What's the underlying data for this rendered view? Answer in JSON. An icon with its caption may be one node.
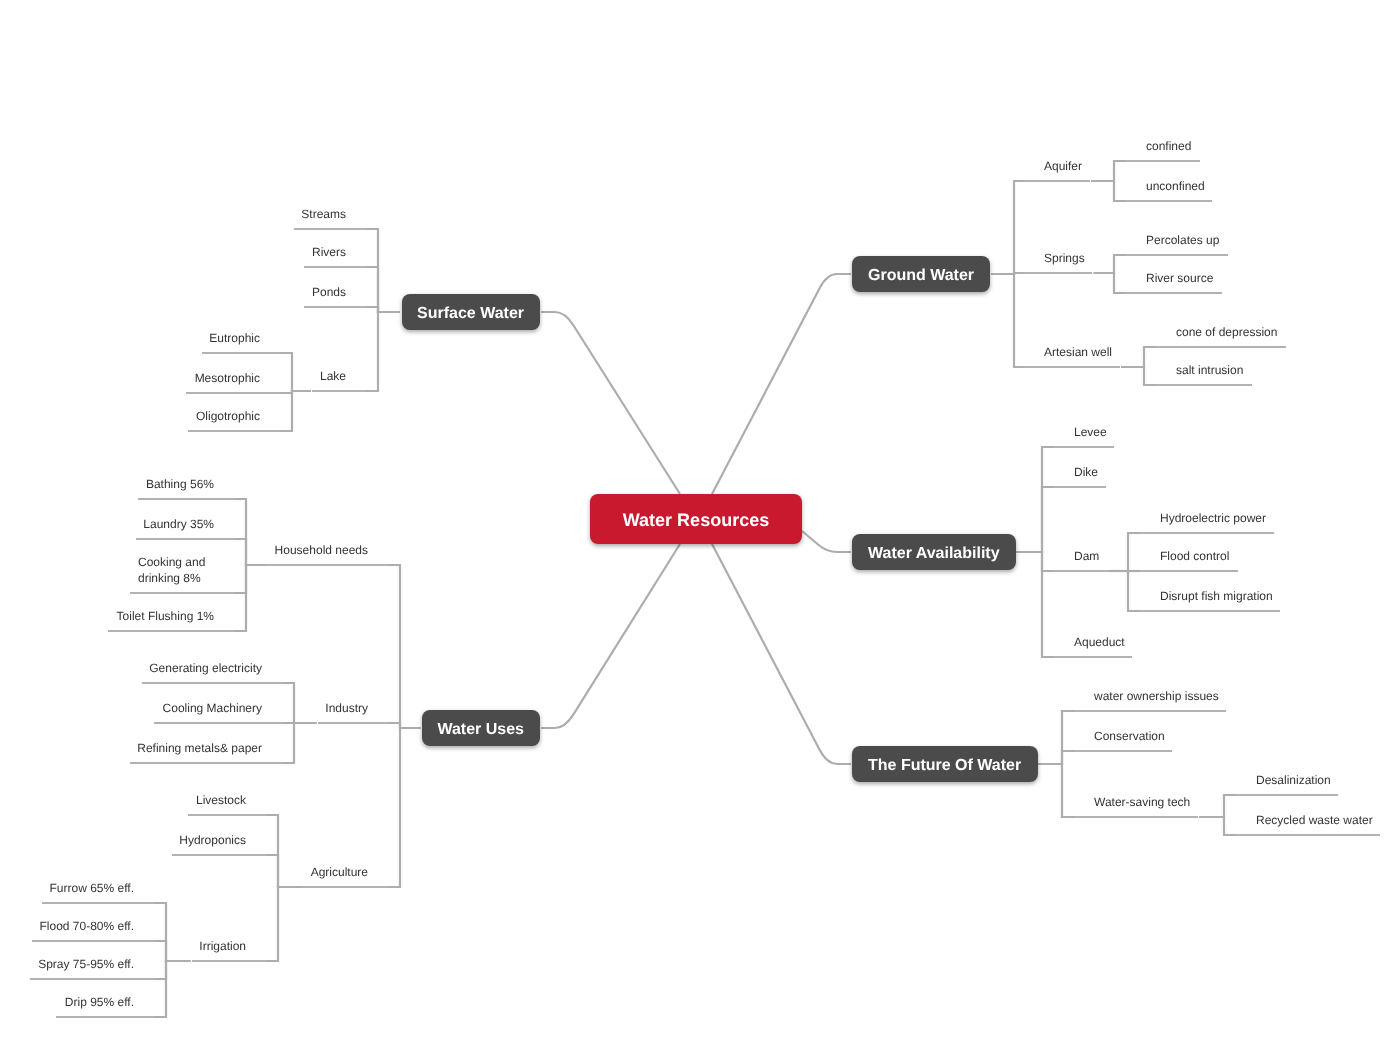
{
  "diagram": {
    "nodes": [
      {
        "text": [
          "Water Resources"
        ]
      },
      {
        "text": [
          "Surface Water"
        ]
      },
      {
        "text": [
          "Streams"
        ]
      },
      {
        "text": [
          "Rivers"
        ]
      },
      {
        "text": [
          "Ponds"
        ]
      },
      {
        "text": [
          "Lake"
        ]
      },
      {
        "text": [
          "Eutrophic"
        ]
      },
      {
        "text": [
          "Mesotrophic"
        ]
      },
      {
        "text": [
          "Oligotrophic"
        ]
      },
      {
        "text": [
          "Water Uses"
        ]
      },
      {
        "text": [
          "Household needs"
        ]
      },
      {
        "text": [
          "Bathing 56%"
        ]
      },
      {
        "text": [
          "Laundry 35%"
        ]
      },
      {
        "text": [
          "Cooking and drinking 8%"
        ]
      },
      {
        "text": [
          "Toilet Flushing 1%"
        ]
      },
      {
        "text": [
          "Industry"
        ]
      },
      {
        "text": [
          "Generating electricity"
        ]
      },
      {
        "text": [
          "Cooling Machinery"
        ]
      },
      {
        "text": [
          "Refining metals& paper"
        ]
      },
      {
        "text": [
          "Agriculture"
        ]
      },
      {
        "text": [
          "Livestock"
        ]
      },
      {
        "text": [
          "Hydroponics"
        ]
      },
      {
        "text": [
          "Irrigation"
        ]
      },
      {
        "text": [
          "Furrow 65% eff."
        ]
      },
      {
        "text": [
          "Flood 70-80% eff."
        ]
      },
      {
        "text": [
          "Spray 75-95% eff."
        ]
      },
      {
        "text": [
          "Drip 95% eff."
        ]
      },
      {
        "text": [
          "Ground Water"
        ]
      },
      {
        "text": [
          "Aquifer"
        ]
      },
      {
        "text": [
          "confined"
        ]
      },
      {
        "text": [
          "unconfined"
        ]
      },
      {
        "text": [
          "Springs"
        ]
      },
      {
        "text": [
          "Percolates up"
        ]
      },
      {
        "text": [
          "River source"
        ]
      },
      {
        "text": [
          "Artesian well"
        ]
      },
      {
        "text": [
          "cone of depression"
        ]
      },
      {
        "text": [
          "salt intrusion"
        ]
      },
      {
        "text": [
          "Water Availability"
        ]
      },
      {
        "text": [
          "Levee"
        ]
      },
      {
        "text": [
          "Dike"
        ]
      },
      {
        "text": [
          "Dam"
        ]
      },
      {
        "text": [
          "Hydroelectric power"
        ]
      },
      {
        "text": [
          "Flood control"
        ]
      },
      {
        "text": [
          "Disrupt fish migration"
        ]
      },
      {
        "text": [
          "Aqueduct"
        ]
      },
      {
        "text": [
          "The Future Of Water"
        ]
      },
      {
        "text": [
          "water ownership issues"
        ]
      },
      {
        "text": [
          "Conservation"
        ]
      },
      {
        "text": [
          "Water-saving tech"
        ]
      },
      {
        "text": [
          "Desalinization"
        ]
      },
      {
        "text": [
          "Recycled waste water"
        ]
      }
    ],
    "edges": [
      {
        "from": 0,
        "to": 1,
        "arrow": "none"
      },
      {
        "from": 1,
        "to": 2,
        "arrow": "none"
      },
      {
        "from": 1,
        "to": 3,
        "arrow": "none"
      },
      {
        "from": 1,
        "to": 4,
        "arrow": "none"
      },
      {
        "from": 1,
        "to": 5,
        "arrow": "none"
      },
      {
        "from": 5,
        "to": 6,
        "arrow": "none"
      },
      {
        "from": 5,
        "to": 7,
        "arrow": "none"
      },
      {
        "from": 5,
        "to": 8,
        "arrow": "none"
      },
      {
        "from": 0,
        "to": 9,
        "arrow": "none"
      },
      {
        "from": 9,
        "to": 10,
        "arrow": "none"
      },
      {
        "from": 10,
        "to": 11,
        "arrow": "none"
      },
      {
        "from": 10,
        "to": 12,
        "arrow": "none"
      },
      {
        "from": 10,
        "to": 13,
        "arrow": "none"
      },
      {
        "from": 10,
        "to": 14,
        "arrow": "none"
      },
      {
        "from": 9,
        "to": 15,
        "arrow": "none"
      },
      {
        "from": 15,
        "to": 16,
        "arrow": "none"
      },
      {
        "from": 15,
        "to": 17,
        "arrow": "none"
      },
      {
        "from": 15,
        "to": 18,
        "arrow": "none"
      },
      {
        "from": 9,
        "to": 19,
        "arrow": "none"
      },
      {
        "from": 19,
        "to": 20,
        "arrow": "none"
      },
      {
        "from": 19,
        "to": 21,
        "arrow": "none"
      },
      {
        "from": 19,
        "to": 22,
        "arrow": "none"
      },
      {
        "from": 22,
        "to": 23,
        "arrow": "none"
      },
      {
        "from": 22,
        "to": 24,
        "arrow": "none"
      },
      {
        "from": 22,
        "to": 25,
        "arrow": "none"
      },
      {
        "from": 22,
        "to": 26,
        "arrow": "none"
      },
      {
        "from": 0,
        "to": 27,
        "arrow": "none"
      },
      {
        "from": 27,
        "to": 28,
        "arrow": "none"
      },
      {
        "from": 28,
        "to": 29,
        "arrow": "none"
      },
      {
        "from": 28,
        "to": 30,
        "arrow": "none"
      },
      {
        "from": 27,
        "to": 31,
        "arrow": "none"
      },
      {
        "from": 31,
        "to": 32,
        "arrow": "none"
      },
      {
        "from": 31,
        "to": 33,
        "arrow": "none"
      },
      {
        "from": 27,
        "to": 34,
        "arrow": "none"
      },
      {
        "from": 34,
        "to": 35,
        "arrow": "none"
      },
      {
        "from": 34,
        "to": 36,
        "arrow": "none"
      },
      {
        "from": 0,
        "to": 37,
        "arrow": "none"
      },
      {
        "from": 37,
        "to": 38,
        "arrow": "none"
      },
      {
        "from": 37,
        "to": 39,
        "arrow": "none"
      },
      {
        "from": 37,
        "to": 40,
        "arrow": "none"
      },
      {
        "from": 40,
        "to": 41,
        "arrow": "none"
      },
      {
        "from": 40,
        "to": 42,
        "arrow": "none"
      },
      {
        "from": 40,
        "to": 43,
        "arrow": "none"
      },
      {
        "from": 37,
        "to": 44,
        "arrow": "none"
      },
      {
        "from": 0,
        "to": 45,
        "arrow": "none"
      },
      {
        "from": 45,
        "to": 46,
        "arrow": "none"
      },
      {
        "from": 45,
        "to": 47,
        "arrow": "none"
      },
      {
        "from": 45,
        "to": 48,
        "arrow": "none"
      },
      {
        "from": 48,
        "to": 49,
        "arrow": "none"
      },
      {
        "from": 48,
        "to": 50,
        "arrow": "none"
      }
    ]
  }
}
